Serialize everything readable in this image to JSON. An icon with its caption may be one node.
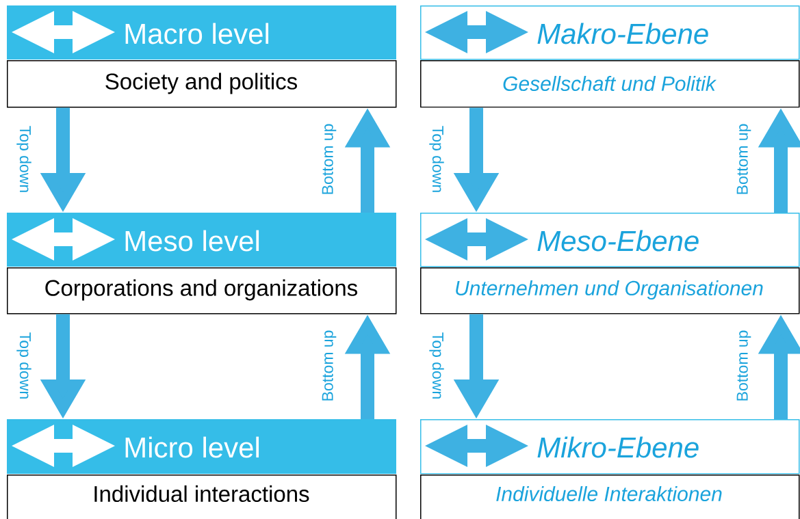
{
  "diagram": {
    "nodes": [
      {
        "text": [
          "Macro level"
        ]
      },
      {
        "text": [
          "Society and politics"
        ]
      },
      {
        "text": [
          "Meso level"
        ]
      },
      {
        "text": [
          "Corporations and organizations"
        ]
      },
      {
        "text": [
          "Micro level"
        ]
      },
      {
        "text": [
          "Individual interactions"
        ]
      },
      {
        "text": [
          "Makro-Ebene"
        ]
      },
      {
        "text": [
          "Gesellschaft und Politik"
        ]
      },
      {
        "text": [
          "Meso-Ebene"
        ]
      },
      {
        "text": [
          "Unternehmen und Organisationen"
        ]
      },
      {
        "text": [
          "Mikro-Ebene"
        ]
      },
      {
        "text": [
          "Individuelle Interaktionen"
        ]
      }
    ],
    "edges": [
      {
        "from": 1,
        "to": 2,
        "arrow": "to",
        "label": "Top down"
      },
      {
        "from": 2,
        "to": 1,
        "arrow": "to",
        "label": "Bottom up"
      },
      {
        "from": 3,
        "to": 4,
        "arrow": "to",
        "label": "Top down"
      },
      {
        "from": 4,
        "to": 3,
        "arrow": "to",
        "label": "Bottom up"
      },
      {
        "from": 7,
        "to": 8,
        "arrow": "to",
        "label": "Top down"
      },
      {
        "from": 8,
        "to": 7,
        "arrow": "to",
        "label": "Bottom up"
      },
      {
        "from": 9,
        "to": 10,
        "arrow": "to",
        "label": "Top down"
      },
      {
        "from": 10,
        "to": 9,
        "arrow": "to",
        "label": "Bottom up"
      }
    ]
  }
}
